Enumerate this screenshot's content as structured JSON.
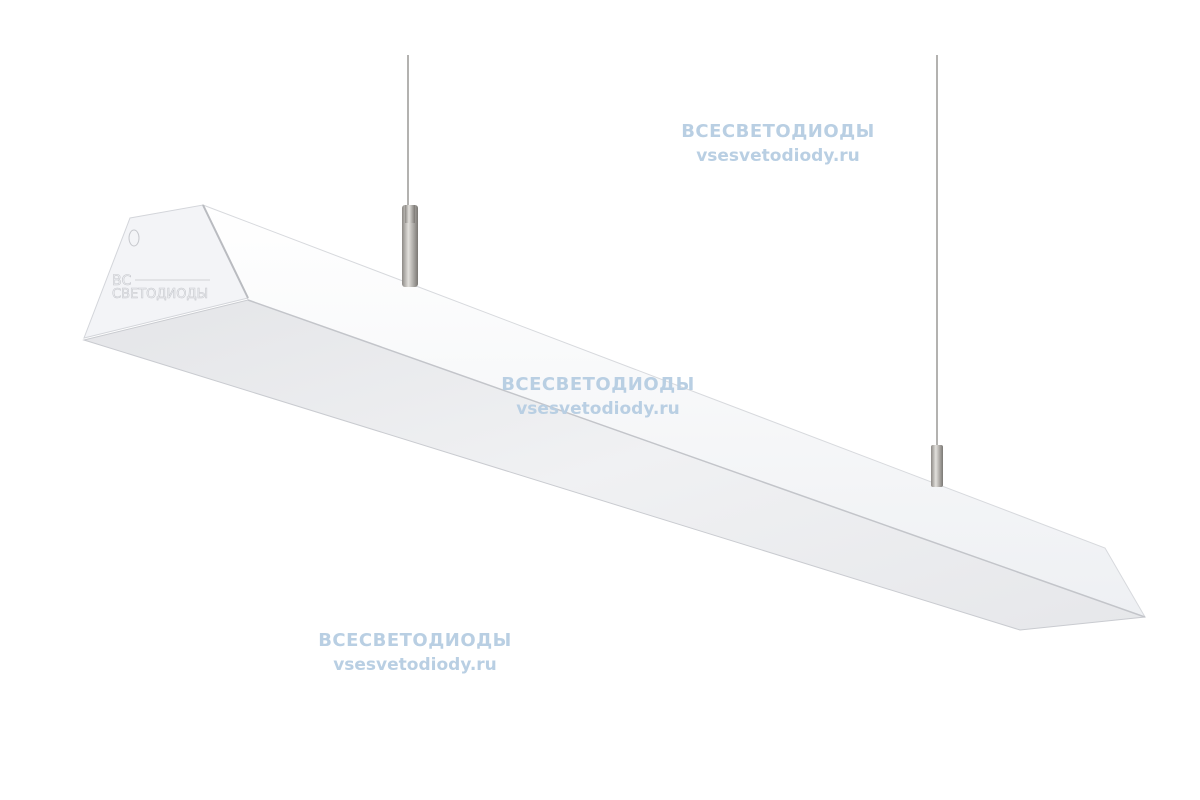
{
  "watermarks": [
    {
      "line1": "ВСЕСВЕТОДИОДЫ",
      "line2": "vsesvetodiody.ru"
    },
    {
      "line1": "ВСЕСВЕТОДИОДЫ",
      "line2": "vsesvetodiody.ru"
    },
    {
      "line1": "ВСЕСВЕТОДИОДЫ",
      "line2": "vsesvetodiody.ru"
    }
  ],
  "end_cap_logo": {
    "top": "ВС",
    "bottom": "СВЕТОДИОДЫ"
  },
  "colors": {
    "watermark": "#b9cfe3",
    "housing": "#f4f5f7",
    "diffuser": "#eaebee"
  }
}
